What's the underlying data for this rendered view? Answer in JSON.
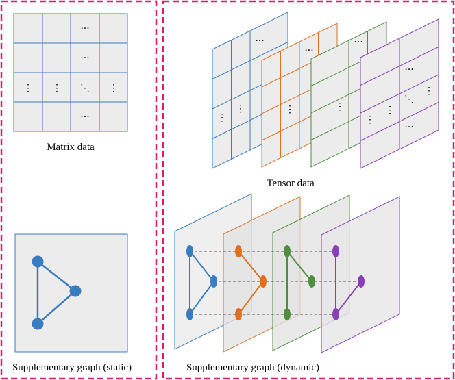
{
  "captions": {
    "matrix": "Matrix data",
    "tensor": "Tensor data",
    "static_graph": "Supplementary graph (static)",
    "dynamic_graph": "Supplementary graph (dynamic)"
  },
  "glyphs": {
    "hdots": "···",
    "vdots": "⋮",
    "ddots": "⋱"
  },
  "colors": {
    "frame": "#d6206e",
    "cell_fill": "#ececec",
    "grid_gray": "#9e9e9e",
    "edge_dash": "#707070",
    "layers": [
      "#3a7cc0",
      "#e07020",
      "#4e8e3c",
      "#8a3fb8"
    ]
  }
}
